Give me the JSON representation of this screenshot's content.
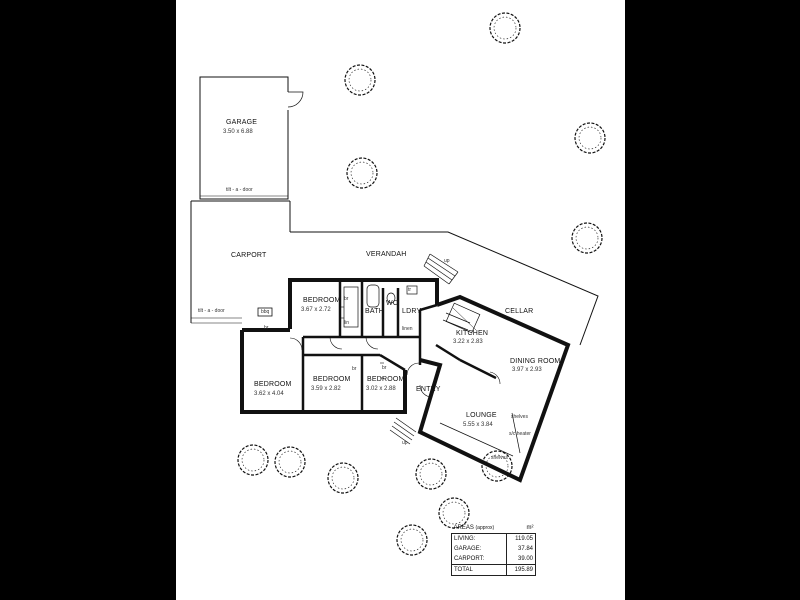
{
  "rooms": {
    "garage": {
      "name": "GARAGE",
      "dims": "3.50 x 6.88"
    },
    "carport": {
      "name": "CARPORT"
    },
    "verandah": {
      "name": "VERANDAH"
    },
    "bedroom1": {
      "name": "BEDROOM",
      "dims": "3.67 x 2.72"
    },
    "bath": {
      "name": "BATH"
    },
    "wc": {
      "name": "WC"
    },
    "ldry": {
      "name": "LDRY"
    },
    "cellar": {
      "name": "CELLAR"
    },
    "kitchen": {
      "name": "KITCHEN",
      "dims": "3.22 x 2.83"
    },
    "dining": {
      "name": "DINING ROOM",
      "dims": "3.97 x 2.93"
    },
    "bedroom2": {
      "name": "BEDROOM",
      "dims": "3.62 x 4.04"
    },
    "bedroom3": {
      "name": "BEDROOM",
      "dims": "3.59 x 2.82"
    },
    "bedroom4": {
      "name": "BEDROOM",
      "dims": "3.02 x 2.88"
    },
    "entry": {
      "name": "ENTRY"
    },
    "lounge": {
      "name": "LOUNGE",
      "dims": "5.55 x 3.84"
    }
  },
  "annotations": {
    "tilt_door_garage": "tilt - a - door",
    "tilt_door_carport": "tilt - a - door",
    "bbq": "bbq",
    "br1": "br",
    "br2": "br",
    "br3": "br",
    "br4": "br",
    "lin": "lin",
    "shelves1": "shelves",
    "shelves2": "shelves",
    "heater": "s/c heater",
    "up1": "up",
    "up2": "up",
    "ldry_trough": "tr",
    "ldry_linen": "linen"
  },
  "areas": {
    "header": "AREAS",
    "header_note": "(approx)",
    "unit": "m²",
    "rows": [
      {
        "label": "LIVING:",
        "value": "119.05"
      },
      {
        "label": "GARAGE:",
        "value": "37.84"
      },
      {
        "label": "CARPORT:",
        "value": "39.00"
      }
    ],
    "total": {
      "label": "TOTAL",
      "value": "195.89"
    }
  }
}
